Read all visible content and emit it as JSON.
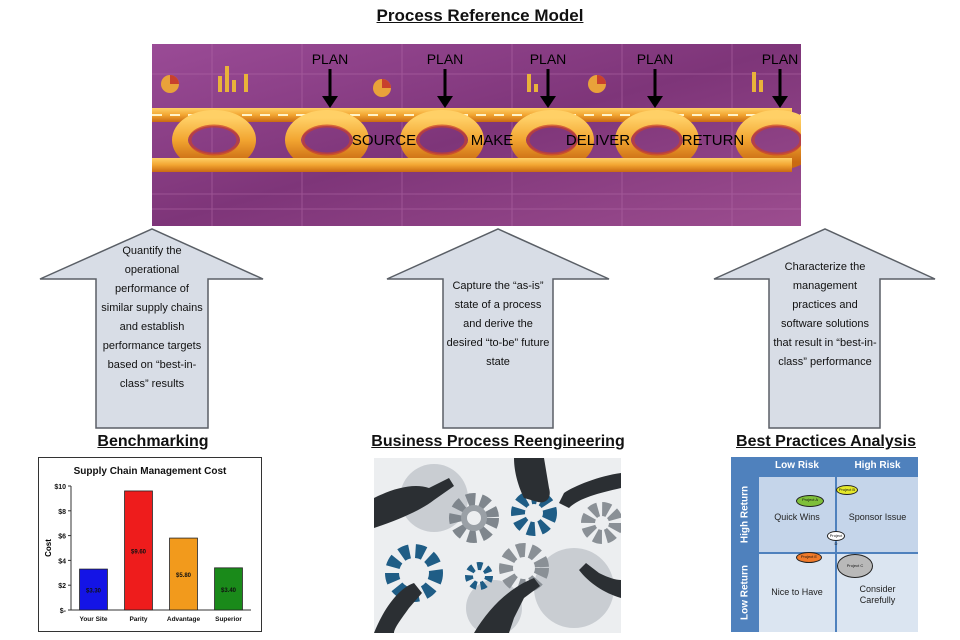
{
  "title": "Process Reference Model",
  "banner": {
    "plan_labels": [
      "PLAN",
      "PLAN",
      "PLAN",
      "PLAN",
      "PLAN"
    ],
    "stages": [
      "SOURCE",
      "MAKE",
      "DELIVER",
      "RETURN"
    ],
    "colors": {
      "background": "#8a3f86",
      "chain": "#f2a531",
      "chain_dark": "#c96a12"
    }
  },
  "arrows": [
    {
      "text": "Quantify the operational performance of similar supply chains and establish performance targets based on “best-in-class” results"
    },
    {
      "text": "Capture the “as-is” state of a process and derive the desired “to-be” future state"
    },
    {
      "text": "Characterize the management practices and software solutions that result in “best-in-class” performance"
    }
  ],
  "sections": {
    "benchmarking": "Benchmarking",
    "bpr": "Business Process Reengineering",
    "bpa": "Best Practices Analysis"
  },
  "chart_data": {
    "type": "bar",
    "title": "Supply Chain Management Cost",
    "ylabel": "Cost",
    "xlabel": "",
    "categories": [
      "Your Site",
      "Parity",
      "Advantage",
      "Superior"
    ],
    "values": [
      3.3,
      9.6,
      5.8,
      3.4
    ],
    "value_labels": [
      "$3.30",
      "$9.60",
      "$5.80",
      "$3.40"
    ],
    "colors": [
      "#1414e6",
      "#ee1c1c",
      "#f29a1c",
      "#1a8a1a"
    ],
    "ylim": [
      0,
      10
    ],
    "yticks": [
      "$-",
      "$2",
      "$4",
      "$6",
      "$8",
      "$10"
    ]
  },
  "bpa_grid": {
    "col_headers": [
      "Low Risk",
      "High Risk"
    ],
    "row_headers": [
      "High Return",
      "Low Return"
    ],
    "cells": [
      "Quick Wins",
      "Sponsor Issue",
      "Nice to Have",
      "Consider Carefully"
    ],
    "bubbles": [
      "Project A",
      "Project B",
      "Project C",
      "Project D",
      "Project E"
    ],
    "colors": {
      "header": "#4f81bd",
      "cell": "#c5d5ea",
      "cell_alt": "#dbe5f1"
    }
  }
}
